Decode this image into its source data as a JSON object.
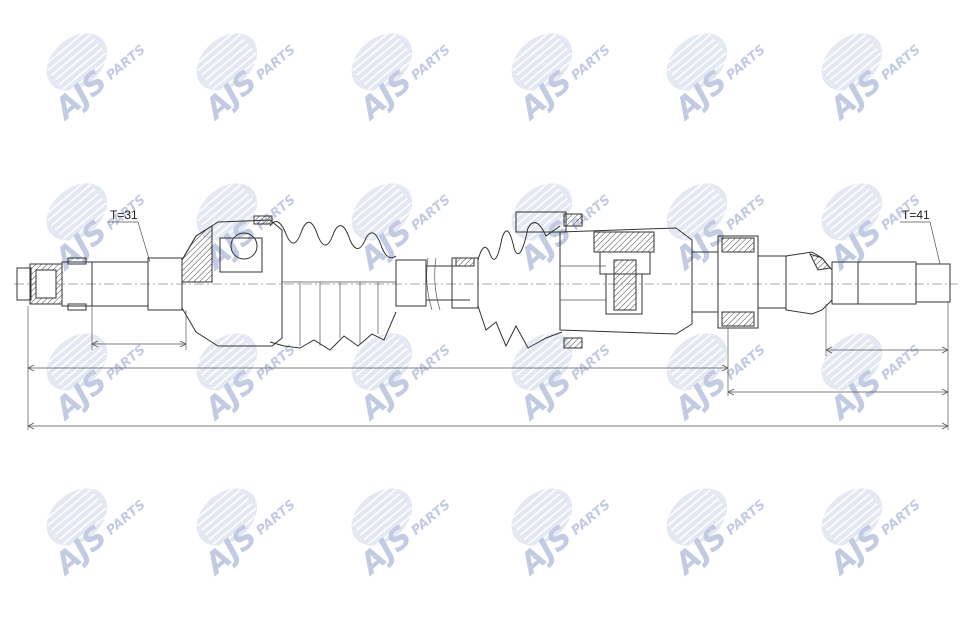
{
  "watermark": {
    "brand": "AJS",
    "word": "PARTS",
    "color": "#b9c3df"
  },
  "shaft": {
    "left_spline_label": "T=31",
    "right_spline_label": "T=41"
  }
}
